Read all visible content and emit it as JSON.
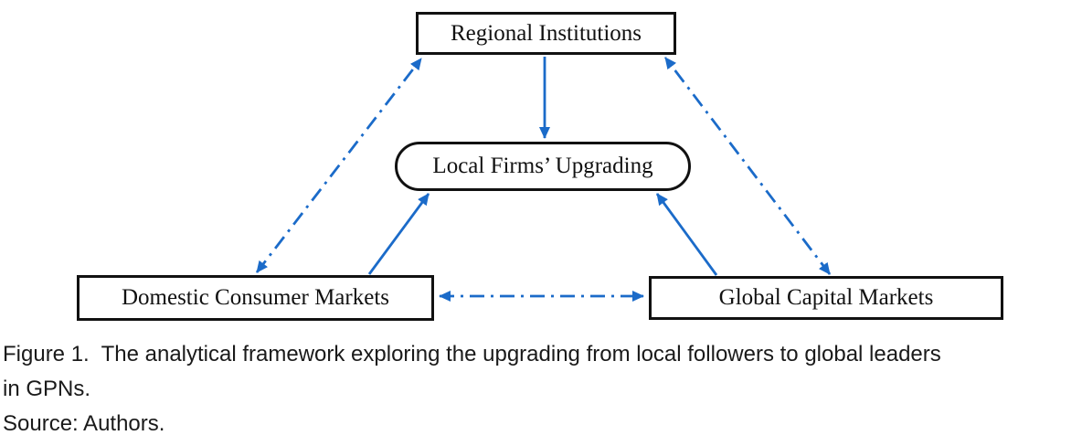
{
  "diagram": {
    "title": "Analytical framework diagram",
    "nodes": {
      "regional_institutions": {
        "label": "Regional Institutions",
        "shape": "rectangle"
      },
      "local_firms_upgrading": {
        "label": "Local Firms’ Upgrading",
        "shape": "rounded-rectangle"
      },
      "domestic_consumer_markets": {
        "label": "Domestic Consumer Markets",
        "shape": "rectangle"
      },
      "global_capital_markets": {
        "label": "Global Capital Markets",
        "shape": "rectangle"
      }
    },
    "edges": [
      {
        "from": "regional_institutions",
        "to": "local_firms_upgrading",
        "style": "solid",
        "direction": "one-way"
      },
      {
        "from": "domestic_consumer_markets",
        "to": "local_firms_upgrading",
        "style": "solid",
        "direction": "one-way"
      },
      {
        "from": "global_capital_markets",
        "to": "local_firms_upgrading",
        "style": "solid",
        "direction": "one-way"
      },
      {
        "from": "domestic_consumer_markets",
        "to": "regional_institutions",
        "style": "dash-dot",
        "direction": "two-way"
      },
      {
        "from": "global_capital_markets",
        "to": "regional_institutions",
        "style": "dash-dot",
        "direction": "two-way"
      },
      {
        "from": "domestic_consumer_markets",
        "to": "global_capital_markets",
        "style": "dash-dot",
        "direction": "two-way"
      }
    ],
    "colors": {
      "arrow": "#1B6BC9",
      "node_border": "#111111",
      "node_text": "#111111",
      "background": "#ffffff"
    }
  },
  "caption": {
    "line1": "Figure 1.  The analytical framework exploring the upgrading from local followers to global leaders",
    "line2": "in GPNs.",
    "source": "Source: Authors."
  }
}
